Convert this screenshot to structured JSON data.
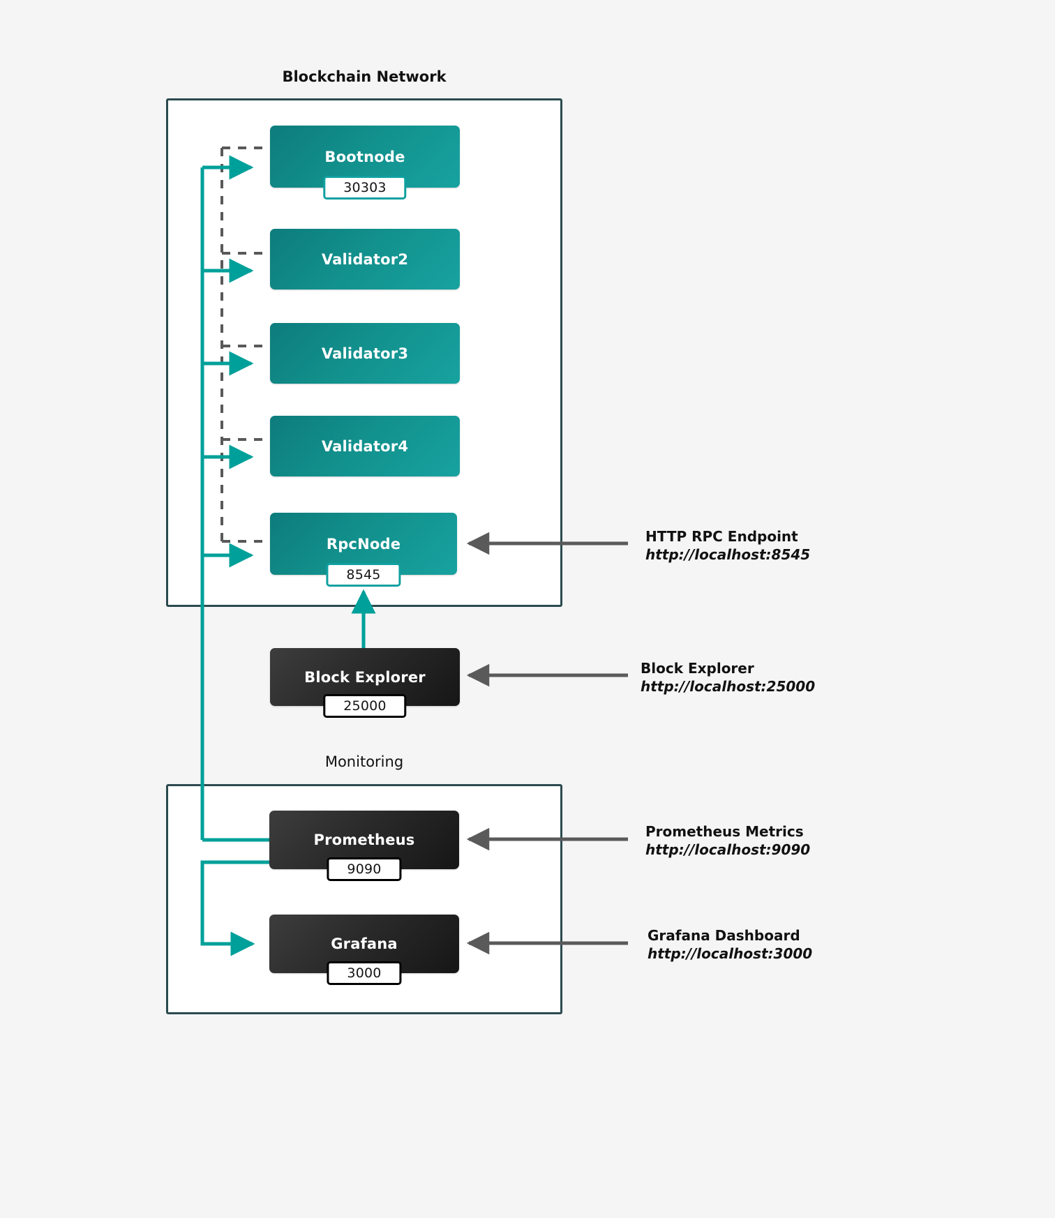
{
  "diagram": {
    "title_blockchain": "Blockchain Network",
    "title_monitoring": "Monitoring",
    "colors": {
      "background": "#f5f5f5",
      "group_border": "#2c4a4f",
      "node_teal": "#12908c",
      "node_dark": "#1d1d1d",
      "wire_teal": "#00a09a",
      "wire_gray": "#5a5a5a",
      "dashed_gray": "#595959"
    }
  },
  "nodes": {
    "bootnode": {
      "label": "Bootnode",
      "port": "30303",
      "style": "teal"
    },
    "validator2": {
      "label": "Validator2",
      "port": "",
      "style": "teal"
    },
    "validator3": {
      "label": "Validator3",
      "port": "",
      "style": "teal"
    },
    "validator4": {
      "label": "Validator4",
      "port": "",
      "style": "teal"
    },
    "rpcnode": {
      "label": "RpcNode",
      "port": "8545",
      "style": "teal"
    },
    "explorer": {
      "label": "Block Explorer",
      "port": "25000",
      "style": "dark"
    },
    "prometheus": {
      "label": "Prometheus",
      "port": "9090",
      "style": "dark"
    },
    "grafana": {
      "label": "Grafana",
      "port": "3000",
      "style": "dark"
    }
  },
  "annotations": [
    {
      "id": "rpc",
      "title": "HTTP RPC Endpoint",
      "url": "http://localhost:8545"
    },
    {
      "id": "explorer",
      "title": "Block Explorer",
      "url": "http://localhost:25000"
    },
    {
      "id": "prometheus",
      "title": "Prometheus Metrics",
      "url": "http://localhost:9090"
    },
    {
      "id": "grafana",
      "title": "Grafana Dashboard",
      "url": "http://localhost:3000"
    }
  ]
}
